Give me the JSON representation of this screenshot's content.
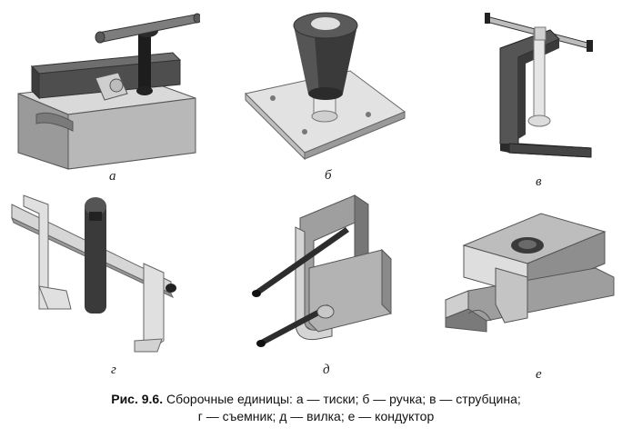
{
  "figure": {
    "panels": [
      {
        "label": "а",
        "name": "тиски"
      },
      {
        "label": "б",
        "name": "ручка"
      },
      {
        "label": "в",
        "name": "струбцина"
      },
      {
        "label": "г",
        "name": "съемник"
      },
      {
        "label": "д",
        "name": "вилка"
      },
      {
        "label": "е",
        "name": "кондуктор"
      }
    ],
    "caption": {
      "number": "Рис. 9.6.",
      "line1": "Сборочные единицы: а — тиски; б — ручка; в — струбцина;",
      "line2": "г — съемник; д — вилка; е — кондуктор"
    }
  }
}
